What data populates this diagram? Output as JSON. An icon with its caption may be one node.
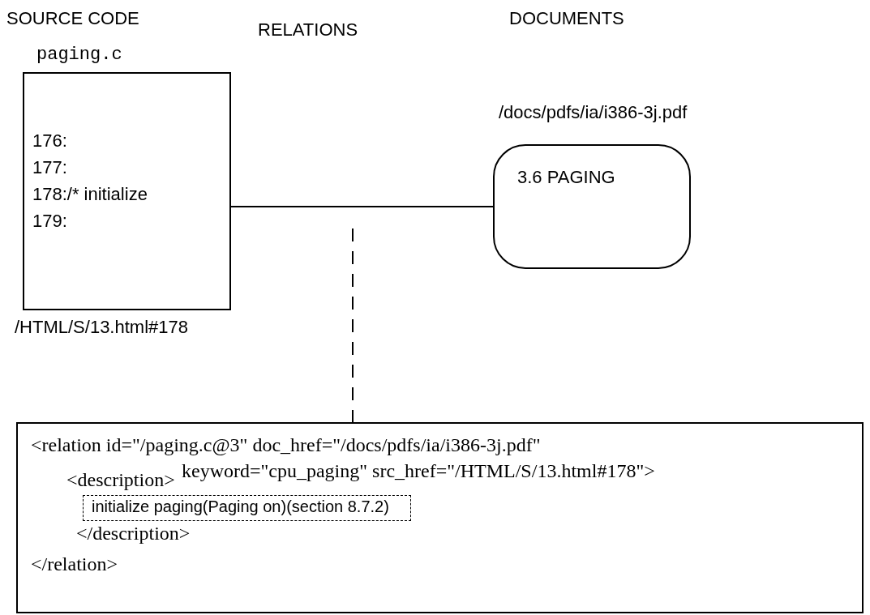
{
  "diagram": {
    "nodes": [
      {
        "text": [
          "paging.c",
          "176:",
          "177:",
          "178:/* initialize",
          "179:"
        ],
        "beside": [
          "/HTML/S/13.html#178"
        ]
      },
      {
        "text": [
          "/docs/pdfs/ia/i386-3j.pdf",
          "3.6 PAGING"
        ]
      },
      {
        "text": [
          "<relation id=\"/paging.c@3\" doc_href=\"/docs/pdfs/ia/i386-3j.pdf\" keyword=\"cpu_paging\" src_href=\"/HTML/S/13.html#178\">",
          "<description>",
          "</description>",
          "</relation>"
        ]
      },
      {
        "text": [
          "initialize paging(Paging on)(section 8.7.2)"
        ],
        "in": 2
      }
    ],
    "edges": [
      {
        "from": 0,
        "to": 1,
        "arrow": "none"
      },
      {
        "from": null,
        "to": 2,
        "arrow": "none",
        "style": "dashed"
      }
    ],
    "labels": [
      "SOURCE CODE",
      "RELATIONS",
      "DOCUMENTS"
    ]
  }
}
